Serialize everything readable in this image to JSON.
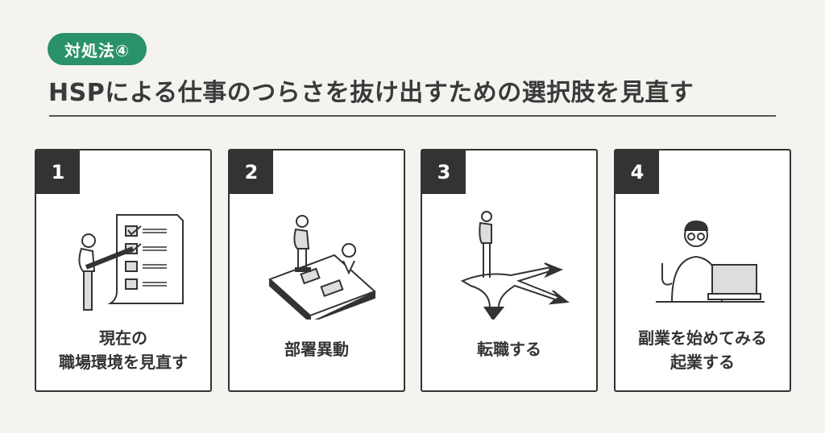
{
  "badge": "対処法④",
  "title": "HSPによる仕事のつらさを抜け出すための選択肢を見直す",
  "cards": [
    {
      "number": "1",
      "lines": [
        "現在の",
        "職場環境を見直す"
      ]
    },
    {
      "number": "2",
      "lines": [
        "部署異動"
      ]
    },
    {
      "number": "3",
      "lines": [
        "転職する"
      ]
    },
    {
      "number": "4",
      "lines": [
        "副業を始めてみる",
        "起業する"
      ]
    }
  ],
  "colors": {
    "accent": "#2a9268",
    "dark": "#333333",
    "background": "#f4f3f0"
  }
}
